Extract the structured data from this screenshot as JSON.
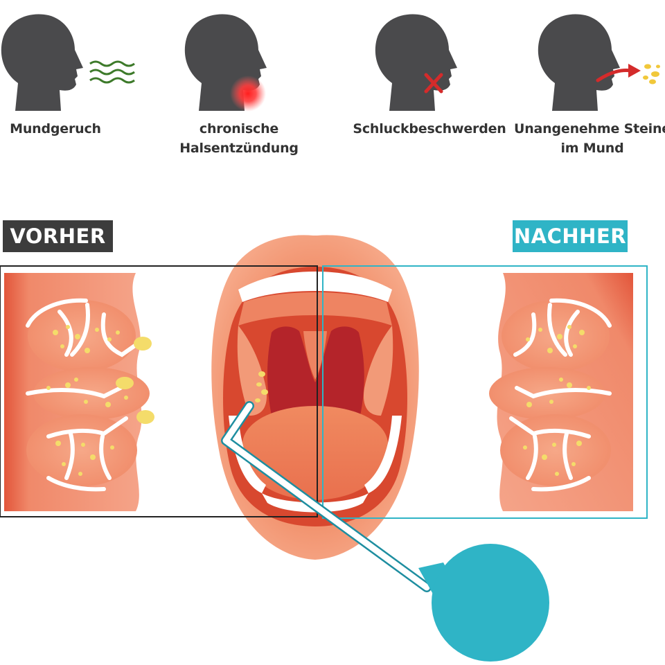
{
  "symptoms": [
    {
      "label_line1": "Mundgeruch",
      "label_line2": "",
      "icon": "bad-breath-waves-icon"
    },
    {
      "label_line1": "chronische",
      "label_line2": "Halsentzündung",
      "icon": "sore-throat-icon"
    },
    {
      "label_line1": "Schluckbeschwerden",
      "label_line2": "",
      "icon": "swallowing-cross-icon"
    },
    {
      "label_line1": "Unangenehme Steine",
      "label_line2": "im Mund",
      "icon": "stones-arrow-icon"
    }
  ],
  "before_label": "VORHER",
  "after_label": "NACHHER",
  "colors": {
    "head": "#4a4a4c",
    "before_tag": "#3c3c3c",
    "after_tag": "#2fb4c6",
    "tissue": "#f0896a",
    "tissue_dark": "#e2553a",
    "stone": "#f4dc6a",
    "bulb": "#2fb4c6",
    "throat": "#b4242a"
  }
}
